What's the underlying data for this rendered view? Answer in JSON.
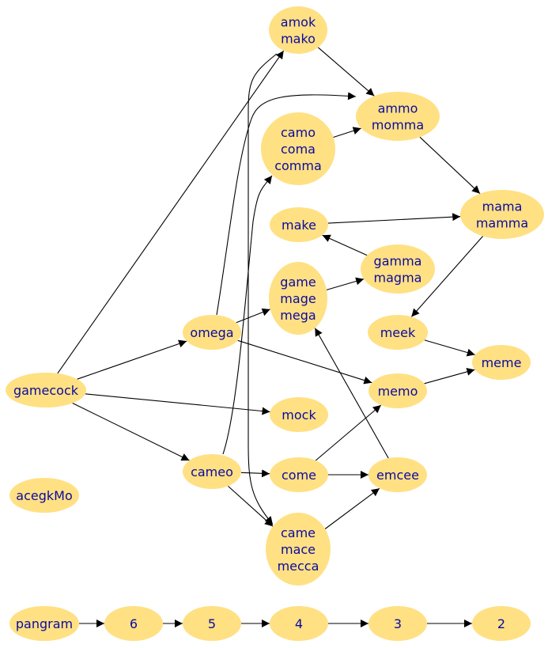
{
  "graph": {
    "colors": {
      "node_fill": "#ffe083",
      "label": "#0a0a9e",
      "edge": "#000000"
    },
    "nodes": [
      {
        "id": "amok",
        "lines": [
          "amok",
          "mako"
        ]
      },
      {
        "id": "ammo",
        "lines": [
          "ammo",
          "momma"
        ]
      },
      {
        "id": "camo",
        "lines": [
          "camo",
          "coma",
          "comma"
        ]
      },
      {
        "id": "mama",
        "lines": [
          "mama",
          "mamma"
        ]
      },
      {
        "id": "make",
        "lines": [
          "make"
        ]
      },
      {
        "id": "gamma",
        "lines": [
          "gamma",
          "magma"
        ]
      },
      {
        "id": "game",
        "lines": [
          "game",
          "mage",
          "mega"
        ]
      },
      {
        "id": "meek",
        "lines": [
          "meek"
        ]
      },
      {
        "id": "omega",
        "lines": [
          "omega"
        ]
      },
      {
        "id": "meme",
        "lines": [
          "meme"
        ]
      },
      {
        "id": "gamecock",
        "lines": [
          "gamecock"
        ]
      },
      {
        "id": "memo",
        "lines": [
          "memo"
        ]
      },
      {
        "id": "mock",
        "lines": [
          "mock"
        ]
      },
      {
        "id": "cameo",
        "lines": [
          "cameo"
        ]
      },
      {
        "id": "come",
        "lines": [
          "come"
        ]
      },
      {
        "id": "emcee",
        "lines": [
          "emcee"
        ]
      },
      {
        "id": "acegkmo",
        "lines": [
          "acegkMo"
        ]
      },
      {
        "id": "came",
        "lines": [
          "came",
          "mace",
          "mecca"
        ]
      },
      {
        "id": "pangram",
        "lines": [
          "pangram"
        ]
      },
      {
        "id": "n6",
        "lines": [
          "6"
        ]
      },
      {
        "id": "n5",
        "lines": [
          "5"
        ]
      },
      {
        "id": "n4",
        "lines": [
          "4"
        ]
      },
      {
        "id": "n3",
        "lines": [
          "3"
        ]
      },
      {
        "id": "n2",
        "lines": [
          "2"
        ]
      }
    ],
    "edges": [
      [
        "gamecock",
        "amok"
      ],
      [
        "gamecock",
        "omega"
      ],
      [
        "gamecock",
        "mock"
      ],
      [
        "gamecock",
        "cameo"
      ],
      [
        "amok",
        "ammo"
      ],
      [
        "omega",
        "ammo"
      ],
      [
        "camo",
        "ammo"
      ],
      [
        "ammo",
        "mama"
      ],
      [
        "make",
        "mama"
      ],
      [
        "gamma",
        "make"
      ],
      [
        "mama",
        "meek"
      ],
      [
        "game",
        "gamma"
      ],
      [
        "omega",
        "game"
      ],
      [
        "omega",
        "memo"
      ],
      [
        "meek",
        "meme"
      ],
      [
        "memo",
        "meme"
      ],
      [
        "cameo",
        "camo"
      ],
      [
        "cameo",
        "come"
      ],
      [
        "cameo",
        "came"
      ],
      [
        "amok",
        "came"
      ],
      [
        "come",
        "memo"
      ],
      [
        "come",
        "emcee"
      ],
      [
        "came",
        "emcee"
      ],
      [
        "emcee",
        "game"
      ],
      [
        "pangram",
        "n6"
      ],
      [
        "n6",
        "n5"
      ],
      [
        "n5",
        "n4"
      ],
      [
        "n4",
        "n3"
      ],
      [
        "n3",
        "n2"
      ]
    ]
  }
}
